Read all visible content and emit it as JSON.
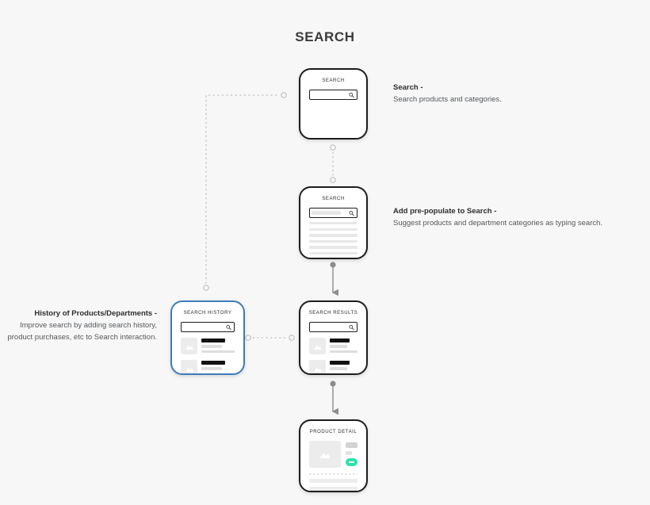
{
  "diagram": {
    "title": "SEARCH",
    "background_color": "#f7f7f7",
    "accent_blue": "#3e7cba",
    "cta_teal": "#2ae3ad",
    "ink": "#1d1d1d"
  },
  "screens": [
    {
      "id": "search",
      "title": "SEARCH",
      "search_field_state": "empty",
      "search_icon": "magnifier-icon",
      "highlighted": false
    },
    {
      "id": "search-prepopulate",
      "title": "SEARCH",
      "search_field_state": "filled",
      "search_icon": "magnifier-icon",
      "suggestion_count": 7,
      "highlighted": false
    },
    {
      "id": "search-history",
      "title": "SEARCH HISTORY",
      "search_field_state": "empty",
      "search_icon": "magnifier-icon",
      "result_rows": 2,
      "highlighted": true
    },
    {
      "id": "search-results",
      "title": "SEARCH RESULTS",
      "search_field_state": "empty",
      "search_icon": "magnifier-icon",
      "result_rows": 2,
      "highlighted": false
    },
    {
      "id": "product-detail",
      "title": "PRODUCT DETAIL",
      "image_icon": "image-placeholder-icon",
      "cta_color": "#2ae3ad",
      "highlighted": false
    }
  ],
  "annotations": [
    {
      "id": "search-note",
      "title": "Search -",
      "body": "Search products and categories.",
      "align": "left"
    },
    {
      "id": "prepopulate-note",
      "title": "Add pre-populate to Search -",
      "body": "Suggest products and department categories as typing search.",
      "align": "left"
    },
    {
      "id": "history-note",
      "title": "History of Products/Departments -",
      "body": "Improve search by adding search history, product purchases, etc to Search interaction.",
      "align": "right"
    }
  ],
  "connectors": [
    {
      "id": "note1-to-search",
      "style": "dotted",
      "from": "search-note-anchor",
      "to": "search-card-left"
    },
    {
      "id": "search-to-prepopulate",
      "style": "dotted",
      "from": "search-card-bottom",
      "to": "prepopulate-card-top"
    },
    {
      "id": "prepopulate-to-results",
      "style": "solid-arrow",
      "from": "prepopulate-card-bottom",
      "to": "results-card-top"
    },
    {
      "id": "history-to-results",
      "style": "dotted",
      "from": "history-card-right",
      "to": "results-card-left"
    },
    {
      "id": "history-branch",
      "style": "dotted",
      "from": "search-card-left-rail",
      "to": "history-card-top"
    },
    {
      "id": "results-to-detail",
      "style": "solid-arrow",
      "from": "results-card-bottom",
      "to": "detail-card-top"
    }
  ]
}
